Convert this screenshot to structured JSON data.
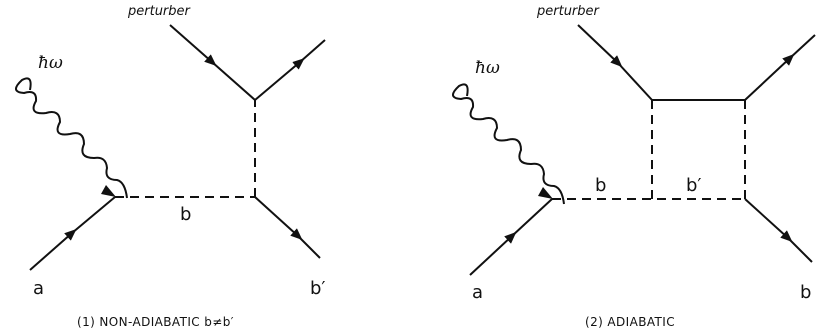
{
  "diagrams": [
    {
      "caption": "(1) NON-ADIABATIC b≠b′",
      "perturber_label": "perturber",
      "photon_label": "ħω",
      "initial_state": "a",
      "intermediate_state": "b",
      "final_state": "b′"
    },
    {
      "caption": "(2) ADIABATIC",
      "perturber_label": "perturber",
      "photon_label": "ħω",
      "initial_state": "a",
      "intermediate_state_1": "b",
      "intermediate_state_2": "b′",
      "final_state": "b"
    }
  ],
  "colors": {
    "ink": "#111111",
    "background": "#ffffff"
  }
}
